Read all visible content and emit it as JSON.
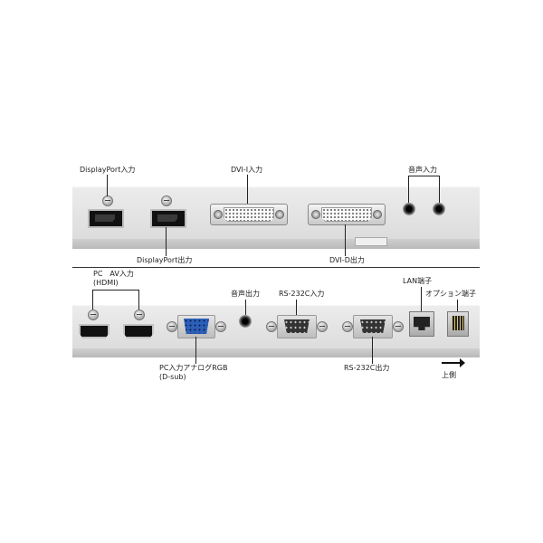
{
  "labels": {
    "dp_in": "DisplayPort入力",
    "dvi_i_in": "DVI-I入力",
    "audio_in": "音声入力",
    "dp_out": "DisplayPort出力",
    "dvi_d_out": "DVI-D出力",
    "pc_av_in_line1": "PC　AV入力",
    "pc_av_in_line2": "(HDMI)",
    "audio_out": "音声出力",
    "rs232c_in": "RS-232C入力",
    "lan": "LAN端子",
    "option": "オプション端子",
    "pc_analog_line1": "PC入力アナログRGB",
    "pc_analog_line2": "(D-sub)",
    "rs232c_out": "RS-232C出力",
    "up_side": "上側"
  },
  "colors": {
    "panel": "#e4e4e4",
    "vga_port": "#2c5fb7",
    "text": "#222222"
  },
  "icons": [
    "right-arrow-icon"
  ]
}
